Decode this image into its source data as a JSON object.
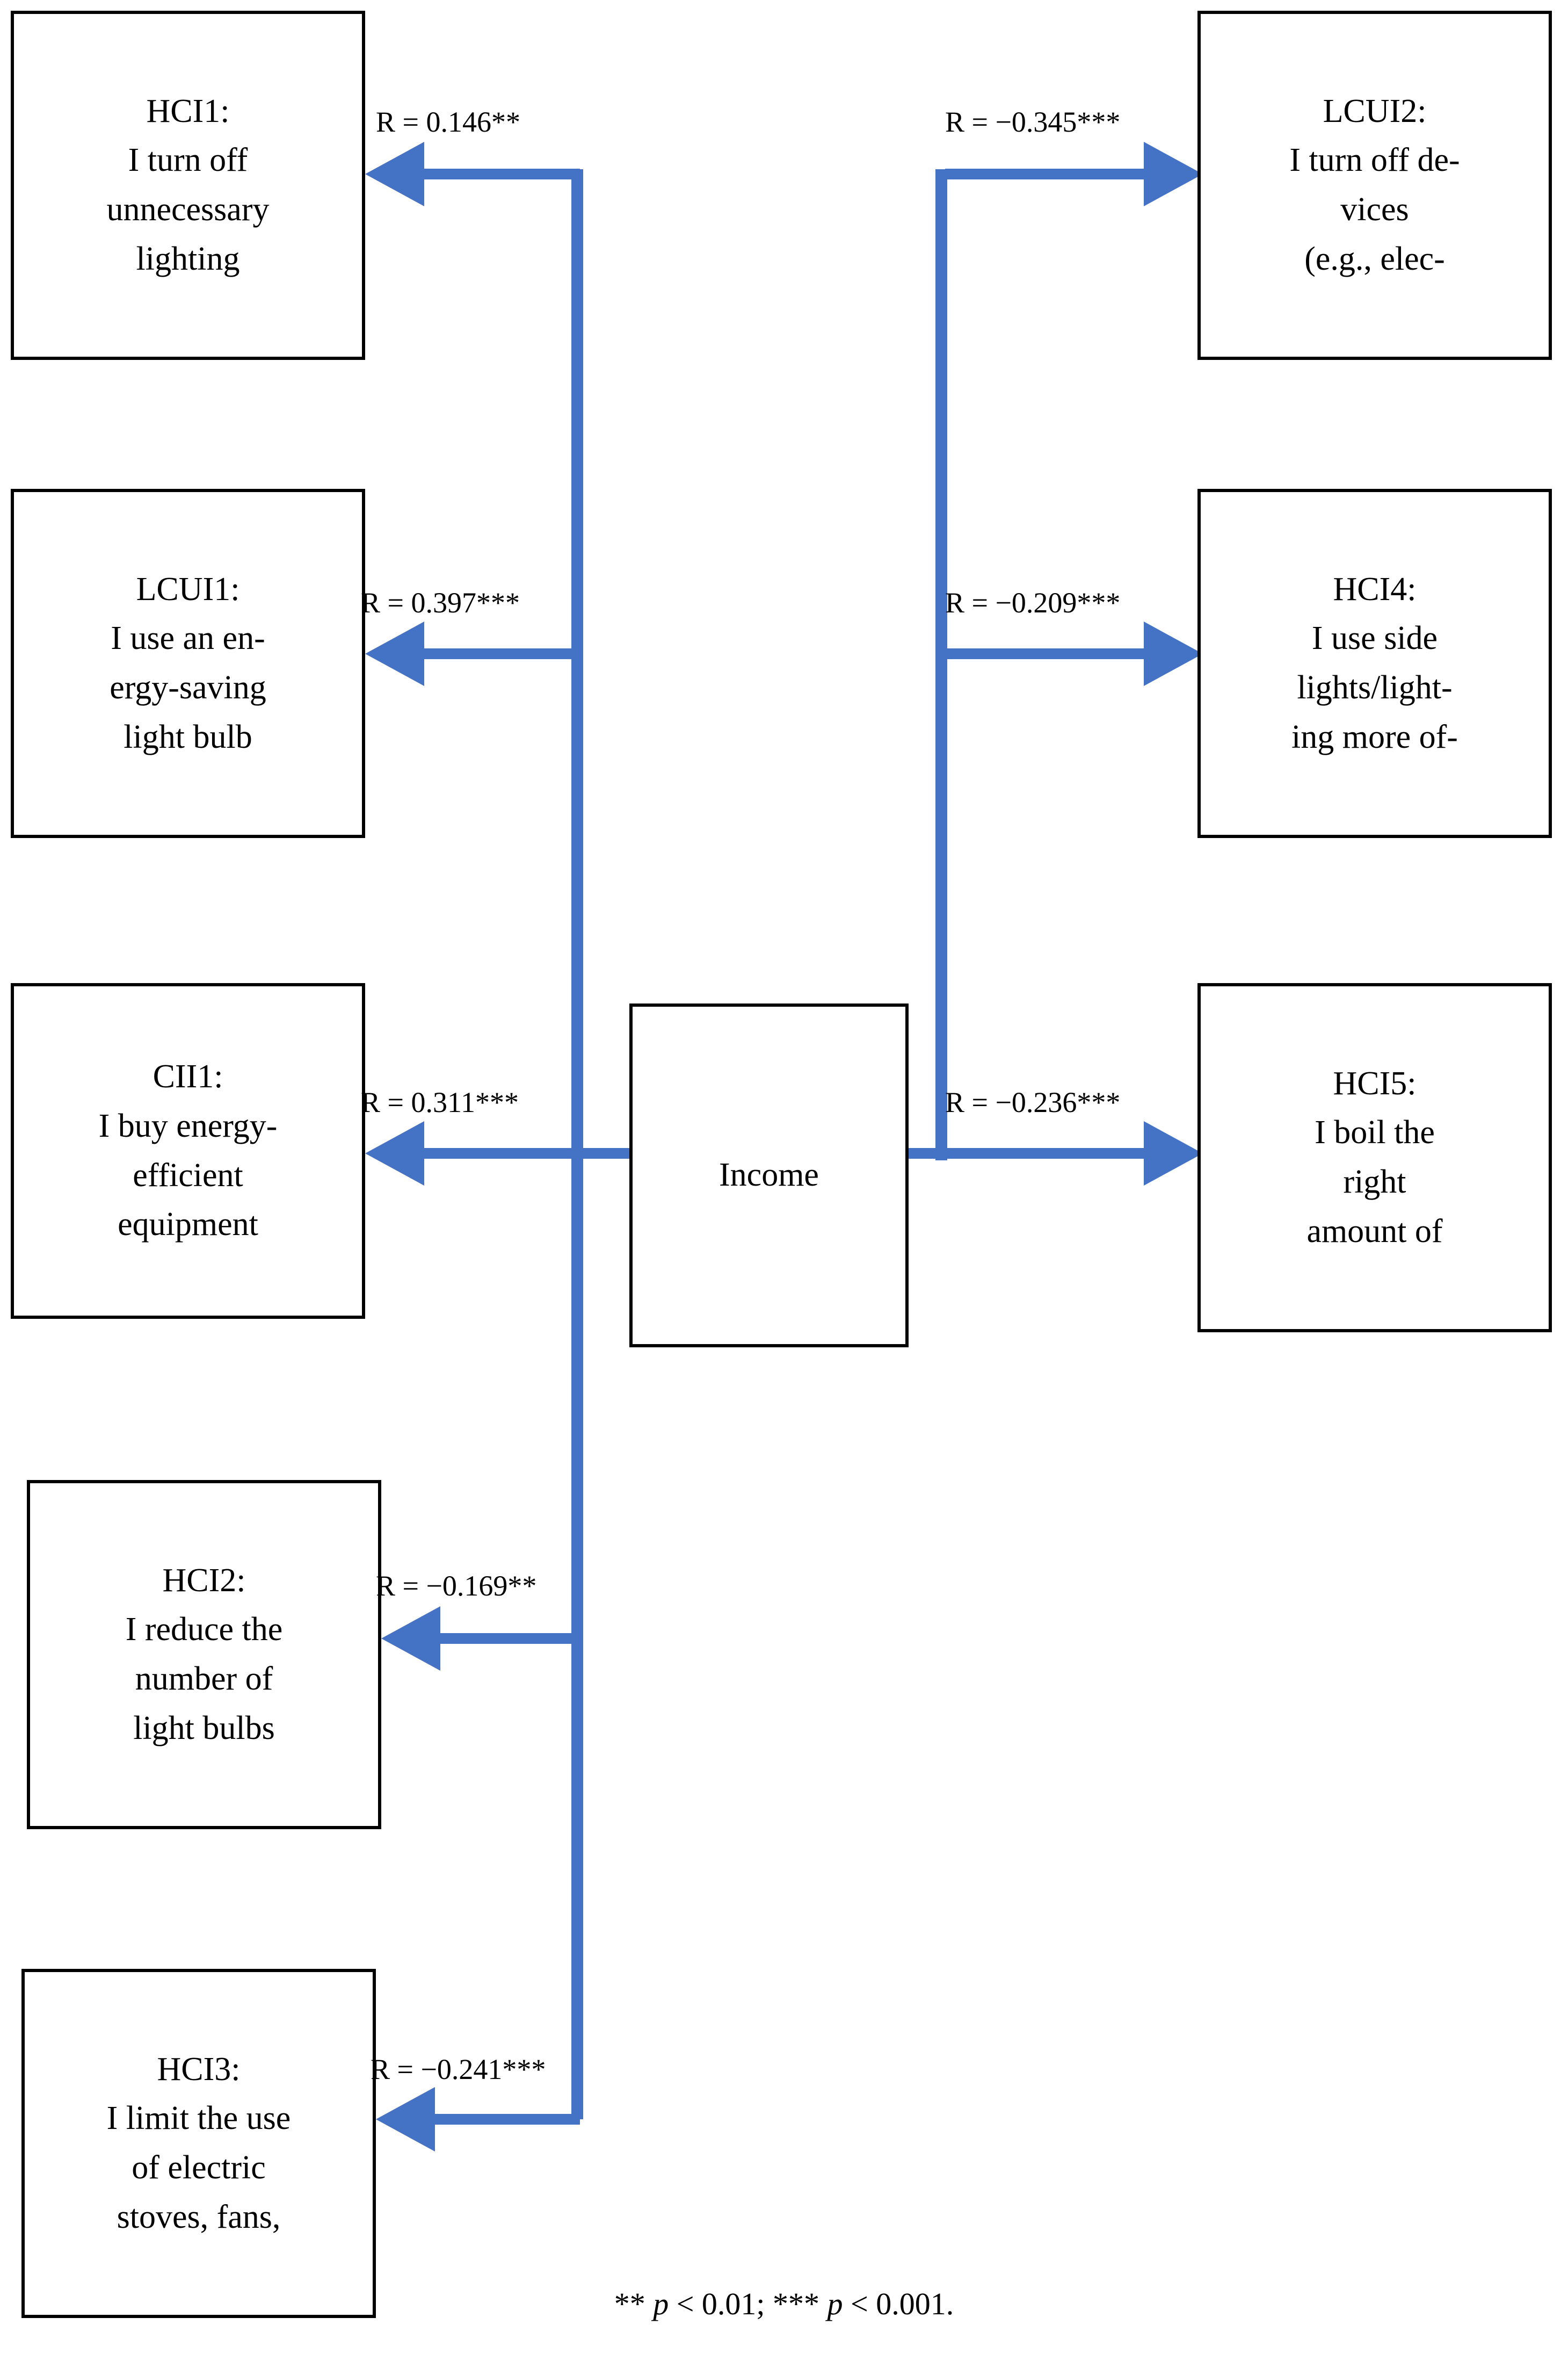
{
  "figure": {
    "type": "correlation-path-diagram",
    "center_node": {
      "id": "income",
      "label": "Income"
    },
    "left_nodes": [
      {
        "id": "hci1",
        "code": "HCI1:",
        "lines": [
          "HCI1:",
          "I turn off",
          "unnecessary",
          "lighting"
        ]
      },
      {
        "id": "lcui1",
        "code": "LCUI1:",
        "lines": [
          "LCUI1:",
          "I use an en-",
          "ergy-saving",
          "light bulb"
        ]
      },
      {
        "id": "cii1",
        "code": "CII1:",
        "lines": [
          "CII1:",
          "I buy energy-",
          "efficient",
          "equipment"
        ]
      },
      {
        "id": "hci2",
        "code": "HCI2:",
        "lines": [
          "HCI2:",
          "I reduce the",
          "number of",
          "light bulbs"
        ]
      },
      {
        "id": "hci3",
        "code": "HCI3:",
        "lines": [
          "HCI3:",
          "I limit the use",
          "of electric",
          "stoves, fans,"
        ]
      }
    ],
    "right_nodes": [
      {
        "id": "lcui2",
        "code": "LCUI2:",
        "lines": [
          "LCUI2:",
          "I turn off de-",
          "vices",
          "(e.g., elec-"
        ]
      },
      {
        "id": "hci4",
        "code": "HCI4:",
        "lines": [
          "HCI4:",
          "I use side",
          "lights/light-",
          "ing more of-"
        ]
      },
      {
        "id": "hci5",
        "code": "HCI5:",
        "lines": [
          "HCI5:",
          "I boil the",
          "right",
          "amount of"
        ]
      }
    ],
    "edges": [
      {
        "id": "e-hci1",
        "from": "income",
        "to": "hci1",
        "label": "R = 0.146**",
        "r": 0.146,
        "stars": 2,
        "side": "left"
      },
      {
        "id": "e-lcui1",
        "from": "income",
        "to": "lcui1",
        "label": "R = 0.397***",
        "r": 0.397,
        "stars": 3,
        "side": "left"
      },
      {
        "id": "e-cii1",
        "from": "income",
        "to": "cii1",
        "label": "R = 0.311***",
        "r": 0.311,
        "stars": 3,
        "side": "left"
      },
      {
        "id": "e-hci2",
        "from": "income",
        "to": "hci2",
        "label": "R = −0.169**",
        "r": -0.169,
        "stars": 2,
        "side": "left"
      },
      {
        "id": "e-hci3",
        "from": "income",
        "to": "hci3",
        "label": "R = −0.241***",
        "r": -0.241,
        "stars": 3,
        "side": "left"
      },
      {
        "id": "e-lcui2",
        "from": "income",
        "to": "lcui2",
        "label": "R = −0.345***",
        "r": -0.345,
        "stars": 3,
        "side": "right"
      },
      {
        "id": "e-hci4",
        "from": "income",
        "to": "hci4",
        "label": "R = −0.209***",
        "r": -0.209,
        "stars": 3,
        "side": "right"
      },
      {
        "id": "e-hci5",
        "from": "income",
        "to": "hci5",
        "label": "R = −0.236***",
        "r": -0.236,
        "stars": 3,
        "side": "right"
      }
    ],
    "footnote": {
      "pre1": "** ",
      "p1": "p",
      "mid1": " < 0.01; *** ",
      "p2": "p",
      "mid2": " < 0.001."
    },
    "colors": {
      "arrow": "#4472C4",
      "box_border": "#000000",
      "text": "#000000",
      "background": "#FFFFFF"
    }
  }
}
